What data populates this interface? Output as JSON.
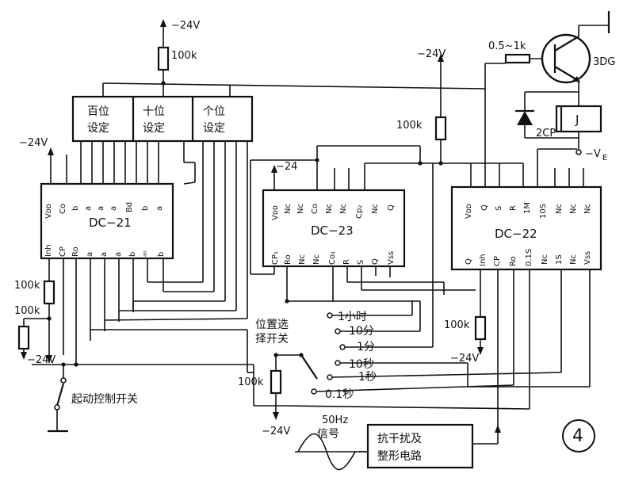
{
  "figure_number": "4",
  "supplies": {
    "neg24": "−24V",
    "neg24_dc21_top": "−24V",
    "neg24_dc21_left": "−24V",
    "neg24_dc23": "−24",
    "neg24_dc22_top": "−24V",
    "neg24_bottom_left": "−24V",
    "neg24_res_dc22": "−24V",
    "neg24_bottom_mid": "−24V",
    "ve": "−V",
    "ve_sub": "E"
  },
  "resistors": {
    "r_top": "100k",
    "r_dc23": "100k",
    "r_left1": "100k",
    "r_left2": "100k",
    "r_dc22": "100k",
    "r_mid": "100k",
    "r_base": "0.5~1k"
  },
  "transistor": {
    "label": "3DG"
  },
  "relay": {
    "label": "J",
    "diode": "2CP"
  },
  "set_box": {
    "hundreds": [
      "百位",
      "设定"
    ],
    "tens": [
      "十位",
      "设定"
    ],
    "ones": [
      "个位",
      "设定"
    ]
  },
  "dc21": {
    "name": "DC−21",
    "top_pins": [
      "Vᴅᴅ",
      "Co",
      "b",
      "a",
      "a",
      "a",
      "Bd",
      "b",
      "a"
    ],
    "bottom_pins": [
      "Inh",
      "CP",
      "Ro",
      "a",
      "a",
      "a",
      "b",
      "ᵃᵇ",
      "b"
    ]
  },
  "dc23": {
    "name": "DC−23",
    "top_pins": [
      "Vᴅᴅ",
      "Nc",
      "Nc",
      "Co",
      "Nc",
      "Nc",
      "Cp₂",
      "Nc",
      "Q"
    ],
    "bottom_pins": [
      "CP₁",
      "Ro",
      "Nc",
      "Nc",
      "Co₁",
      "R",
      "S",
      "Q",
      "Vss"
    ]
  },
  "dc22": {
    "name": "DC−22",
    "top_pins": [
      "Vᴅᴅ",
      "Q",
      "S",
      "R",
      "1M",
      "10S",
      "Nc",
      "Nc",
      "Nc"
    ],
    "bottom_pins": [
      "Q",
      "Inh",
      "CP",
      "Ro",
      "0.1S",
      "Nc",
      "1S",
      "Nc",
      "Vss"
    ]
  },
  "selector": {
    "title": [
      "位置选",
      "择开关"
    ],
    "options": [
      "1小时",
      "10分",
      "1分",
      "10秒",
      "1秒",
      "0.1秒"
    ]
  },
  "start_switch": {
    "label": "起动控制开关"
  },
  "signal": {
    "freq": "50Hz",
    "name": "信号"
  },
  "shaper": {
    "line1": "抗干扰及",
    "line2": "整形电路"
  }
}
